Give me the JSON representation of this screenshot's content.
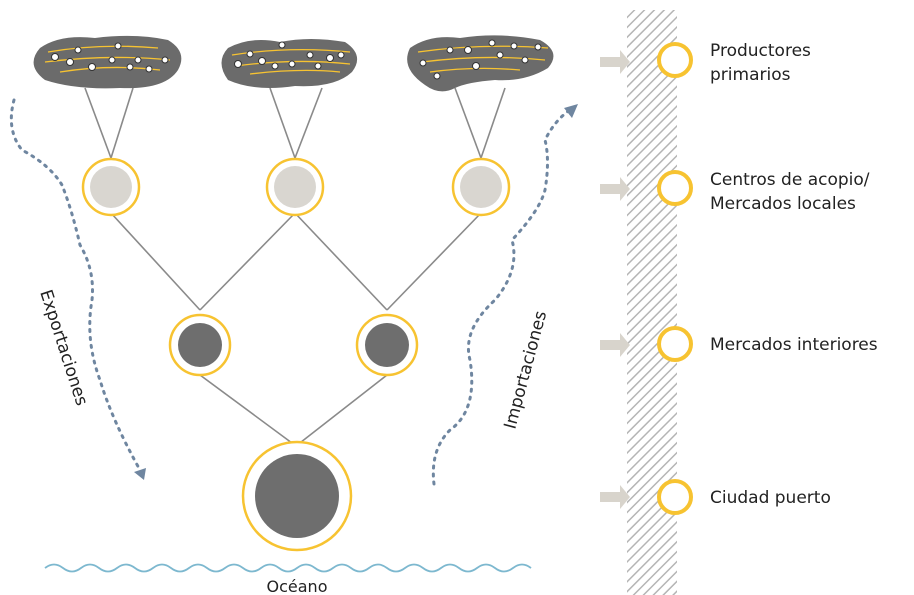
{
  "colors": {
    "yellow": "#f7c331",
    "light_gray": "#d9d6d0",
    "dark_gray": "#6e6e6e",
    "land": "#6b6b6b",
    "line": "#8a8a8a",
    "dotted_arrow": "#6f86a0",
    "ocean": "#7db8cf",
    "side_arrow": "#d8d4cc",
    "hatch": "#b5b5b5"
  },
  "labels": {
    "exports": "Exportaciones",
    "imports": "Importaciones",
    "ocean": "Océano"
  },
  "legend": [
    {
      "line1": "Productores",
      "line2": "primarios"
    },
    {
      "line1": "Centros de acopio/",
      "line2": "Mercados locales"
    },
    {
      "line1": "Mercados interiores",
      "line2": ""
    },
    {
      "line1": "Ciudad puerto",
      "line2": ""
    }
  ]
}
